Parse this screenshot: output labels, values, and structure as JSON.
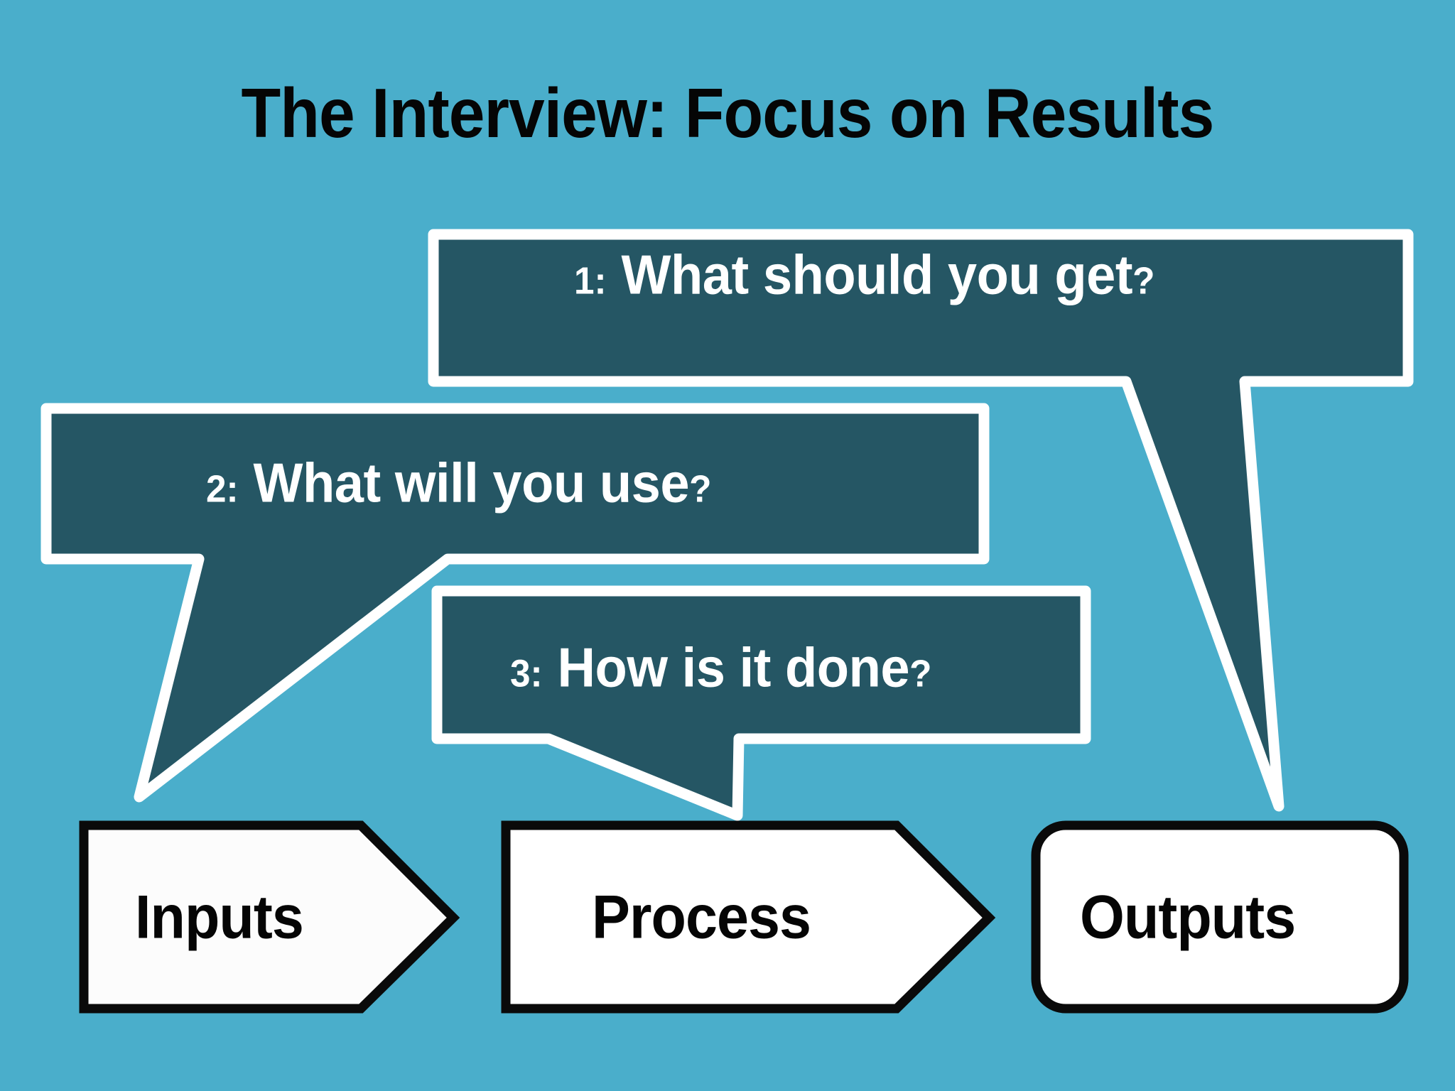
{
  "slide": {
    "title": "The Interview: Focus on Results",
    "background_color": "#4AAECB",
    "bubble_fill_color": "#255664",
    "bubble_border_color": "#FFFFFF",
    "shape_fill_color": "#FFFFFF",
    "shape_border_color": "#0A0A0A",
    "bubble_text_color": "#FFFFFF",
    "title_text_color": "#050505"
  },
  "bubbles": [
    {
      "index": "1:",
      "question": "What should you get",
      "mark": "?",
      "full_text": "1: What should you get?",
      "points_to": "Outputs"
    },
    {
      "index": "2:",
      "question": "What will you use",
      "mark": "?",
      "full_text": "2: What will you use?",
      "points_to": "Inputs"
    },
    {
      "index": "3:",
      "question": "How is it done",
      "mark": "?",
      "full_text": "3: How is it done?",
      "points_to": "Process"
    }
  ],
  "flow": [
    {
      "label": "Inputs",
      "shape": "chevron-arrow"
    },
    {
      "label": "Process",
      "shape": "chevron-arrow"
    },
    {
      "label": "Outputs",
      "shape": "rounded-rectangle"
    }
  ]
}
